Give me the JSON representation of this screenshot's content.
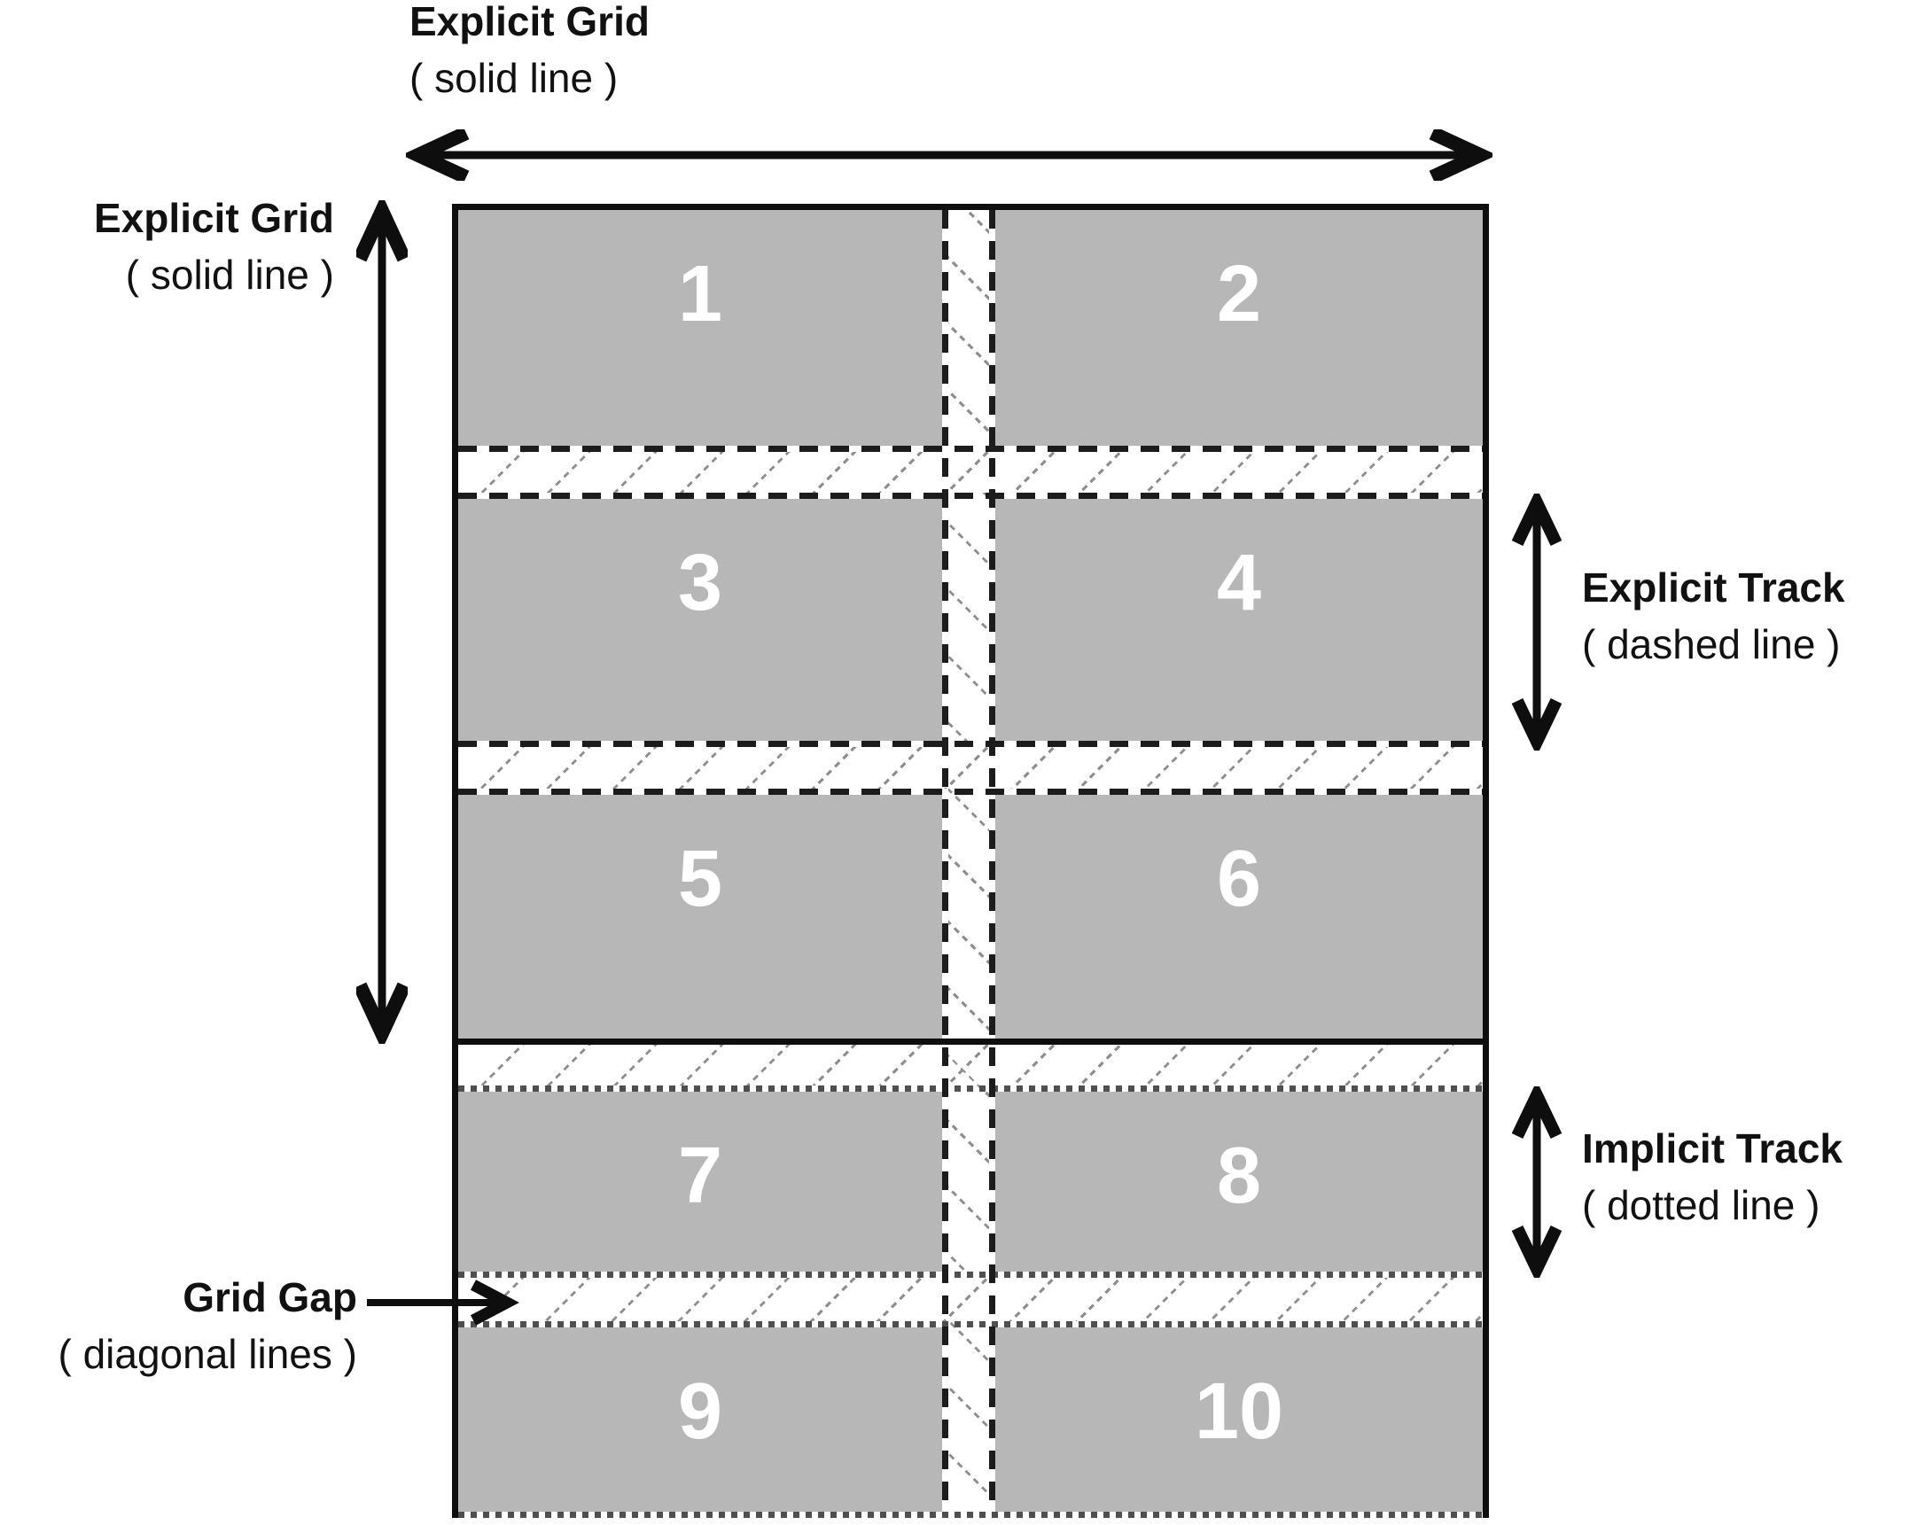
{
  "labels": {
    "explicit_grid_top": {
      "title": "Explicit Grid",
      "subtitle": "( solid line )"
    },
    "explicit_grid_left": {
      "title": "Explicit Grid",
      "subtitle": "( solid line )"
    },
    "explicit_track": {
      "title": "Explicit Track",
      "subtitle": "( dashed line )"
    },
    "implicit_track": {
      "title": "Implicit Track",
      "subtitle": "( dotted line )"
    },
    "grid_gap": {
      "title": "Grid Gap",
      "subtitle": "( diagonal lines )"
    }
  },
  "cells": [
    "1",
    "2",
    "3",
    "4",
    "5",
    "6",
    "7",
    "8",
    "9",
    "10"
  ],
  "grid": {
    "columns": 2,
    "explicit_rows": 3,
    "implicit_rows": 2
  },
  "colors": {
    "cell_fill": "#b7b7b7",
    "solid_line": "#0e0e0e",
    "dashed_line": "#1c1c1c",
    "dotted_line": "#4f4f4f",
    "hatch_line": "#8e8e8e",
    "cell_number": "#ffffff",
    "background": "#ffffff"
  }
}
